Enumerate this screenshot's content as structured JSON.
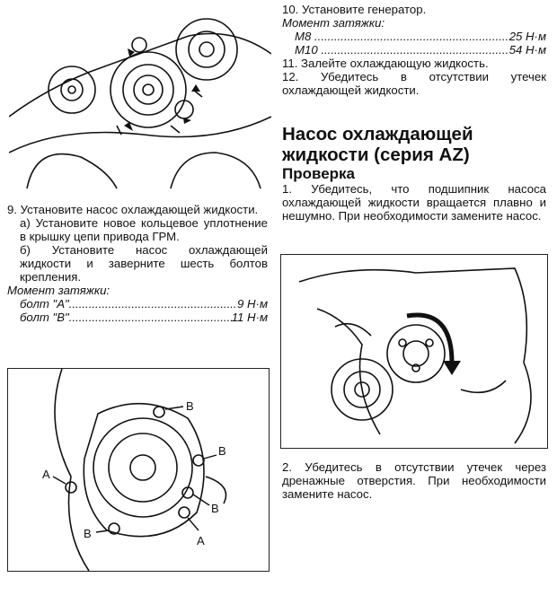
{
  "left": {
    "step9": "9. Установите насос охлаждающей жидкости.",
    "step9a": "а) Установите новое кольцевое уплотнение в крышку цепи привода ГРМ.",
    "step9b": "б) Установите насос охлаждающей жидкости и заверните шесть болтов крепления.",
    "torque_title": "Момент затяжки:",
    "torque": [
      {
        "label": "болт \"А\"",
        "value": "9 Н·м"
      },
      {
        "label": "болт \"В\"",
        "value": "11 Н·м"
      }
    ],
    "figure_labels": [
      "B",
      "B",
      "B",
      "A",
      "B",
      "A"
    ]
  },
  "right": {
    "step10": "10. Установите генератор.",
    "torque_title": "Момент затяжки:",
    "torque": [
      {
        "label": "M8",
        "value": "25 Н·м"
      },
      {
        "label": "M10",
        "value": "54 Н·м"
      }
    ],
    "step11": "11. Залейте охлаждающую жидкость.",
    "step12": "12. Убедитесь в отсутствии утечек охлаждающей жидкости.",
    "heading": "Насос охлаждающей жидкости (серия AZ)",
    "subheading": "Проверка",
    "check1": "1. Убедитесь, что подшипник насоса охлаждающей жидкости вращается плавно и нешумно. При необходимости замените насос.",
    "check2": "2. Убедитесь в отсутствии утечек через дренажные отверстия. При необходимости замените насос."
  }
}
